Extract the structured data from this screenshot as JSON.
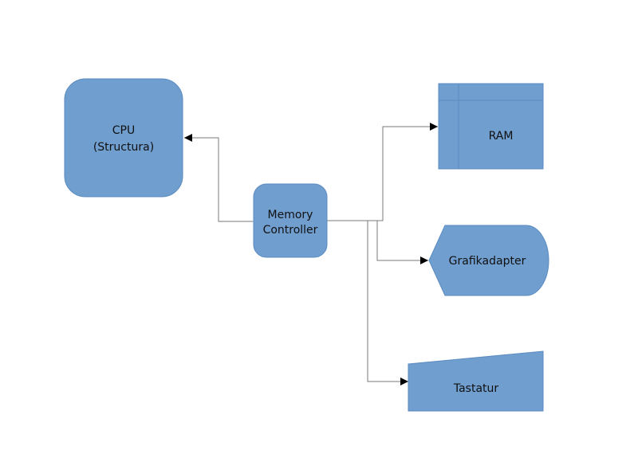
{
  "diagram": {
    "nodes": [
      {
        "id": "cpu",
        "shape": "rounded-rectangle",
        "lines": [
          "CPU",
          "(Structura)"
        ]
      },
      {
        "id": "memory-controller",
        "shape": "rounded-rectangle",
        "lines": [
          "Memory",
          "Controller"
        ]
      },
      {
        "id": "ram",
        "shape": "internal-storage",
        "lines": [
          "RAM"
        ]
      },
      {
        "id": "grafikadapter",
        "shape": "display",
        "lines": [
          "Grafikadapter"
        ]
      },
      {
        "id": "tastatur",
        "shape": "manual-input",
        "lines": [
          "Tastatur"
        ]
      }
    ],
    "edges": [
      {
        "from": "memory-controller",
        "to": "cpu",
        "arrows": "both"
      },
      {
        "from": "memory-controller",
        "to": "ram",
        "arrows": "both"
      },
      {
        "from": "memory-controller",
        "to": "grafikadapter",
        "arrows": "end"
      },
      {
        "from": "memory-controller",
        "to": "tastatur",
        "arrows": "end"
      }
    ],
    "colors": {
      "node_fill": "#6f9ecf",
      "node_stroke": "#5b8bc0",
      "edge": "#7a7a7a",
      "arrowhead": "#000000",
      "text": "#111111"
    }
  }
}
